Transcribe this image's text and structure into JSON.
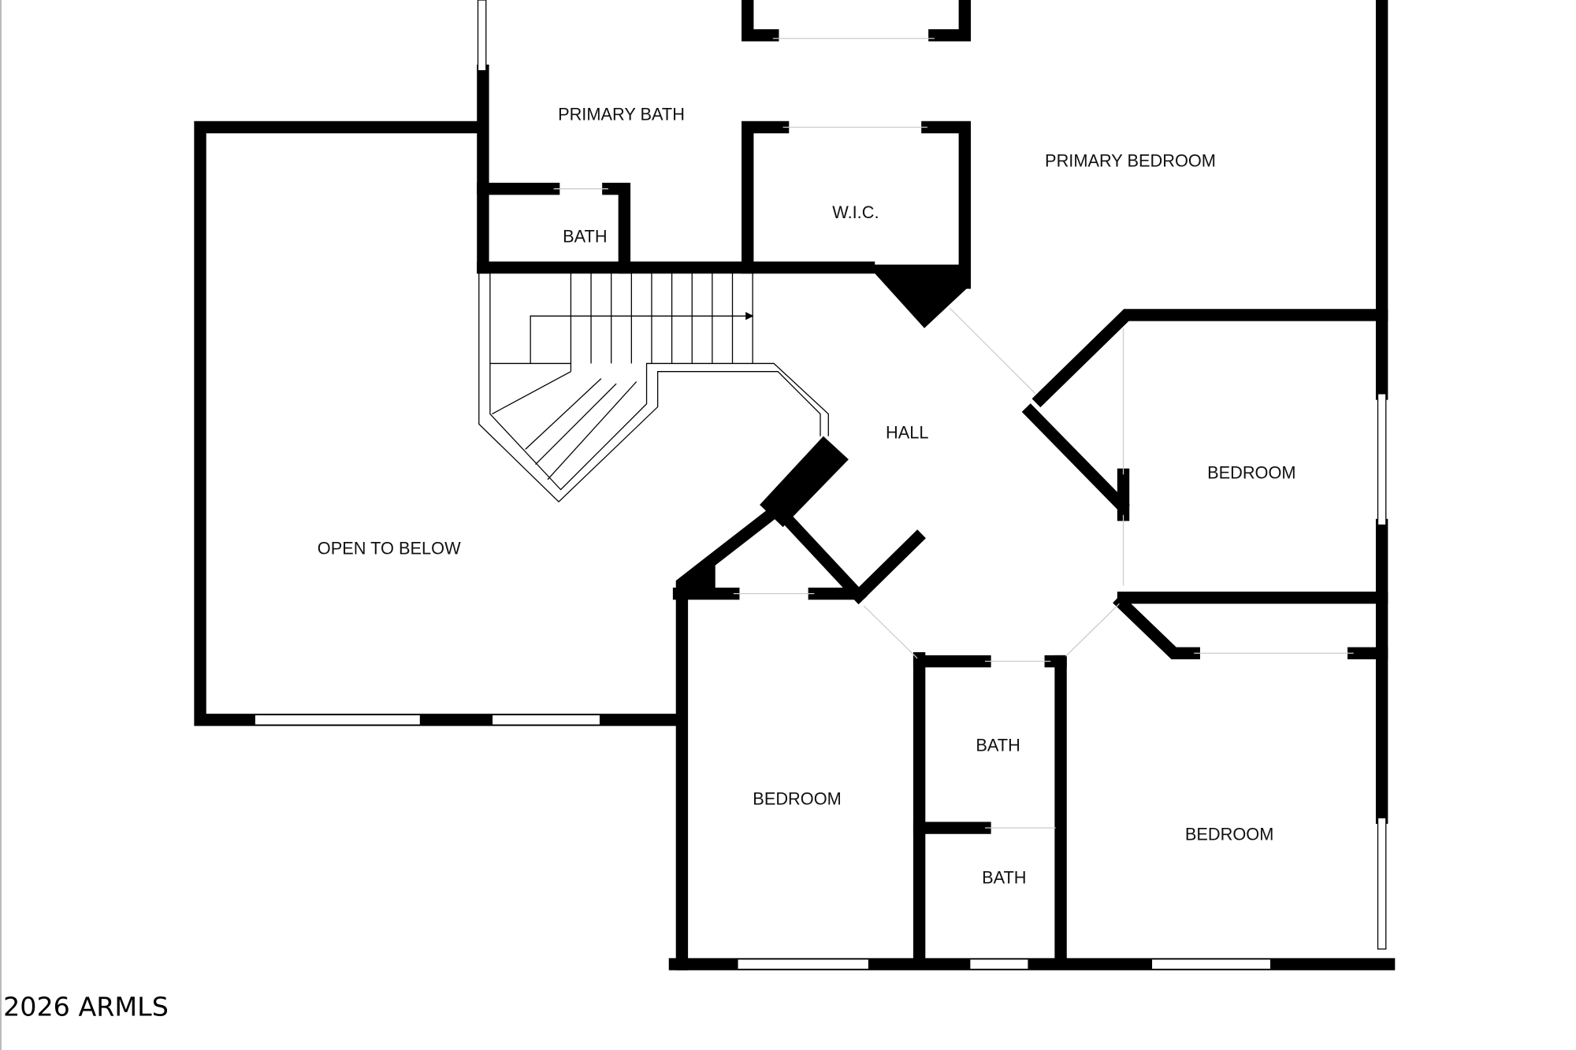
{
  "rooms": {
    "primary_bath": "PRIMARY BATH",
    "primary_bedroom": "PRIMARY BEDROOM",
    "wic": "W.I.C.",
    "bath_small": "BATH",
    "open_to_below": "OPEN TO BELOW",
    "hall": "HALL",
    "bedroom_right": "BEDROOM",
    "bedroom_left": "BEDROOM",
    "bath_upper": "BATH",
    "bath_lower": "BATH",
    "bedroom_bottom_right": "BEDROOM"
  },
  "watermark": "2026 ARMLS"
}
